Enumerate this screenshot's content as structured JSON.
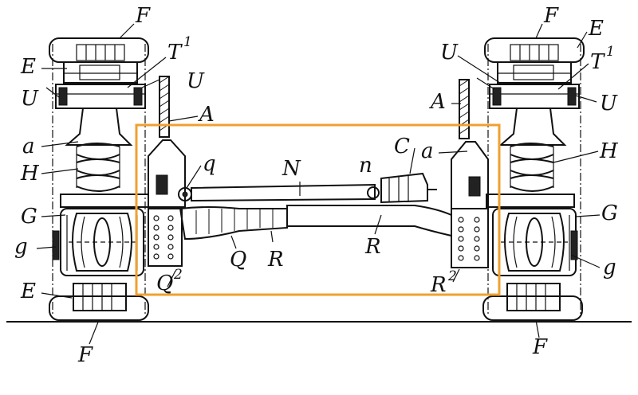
{
  "labels": {
    "F_tl": "F",
    "E_tl": "E",
    "T1_l": "T",
    "T1_l_sup": "1",
    "U_l_top": "U",
    "U_l_in": "U",
    "a_l": "a",
    "H_l": "H",
    "G_l": "G",
    "g_l": "g",
    "E_bl": "E",
    "F_bl": "F",
    "A_l": "A",
    "q": "q",
    "N": "N",
    "n": "n",
    "C": "C",
    "a_r": "a",
    "Q": "Q",
    "R_l": "R",
    "R_r": "R",
    "Q2": "Q",
    "Q2_sup": "2",
    "R2": "R",
    "R2_sup": "2",
    "F_tr": "F",
    "E_tr": "E",
    "U_r_top": "U",
    "T1_r": "T",
    "T1_r_sup": "1",
    "A_r": "A",
    "U_r_in": "U",
    "H_r": "H",
    "G_r": "G",
    "g_r": "g",
    "F_br": "F"
  },
  "highlight": {
    "color": "#F0A030"
  }
}
